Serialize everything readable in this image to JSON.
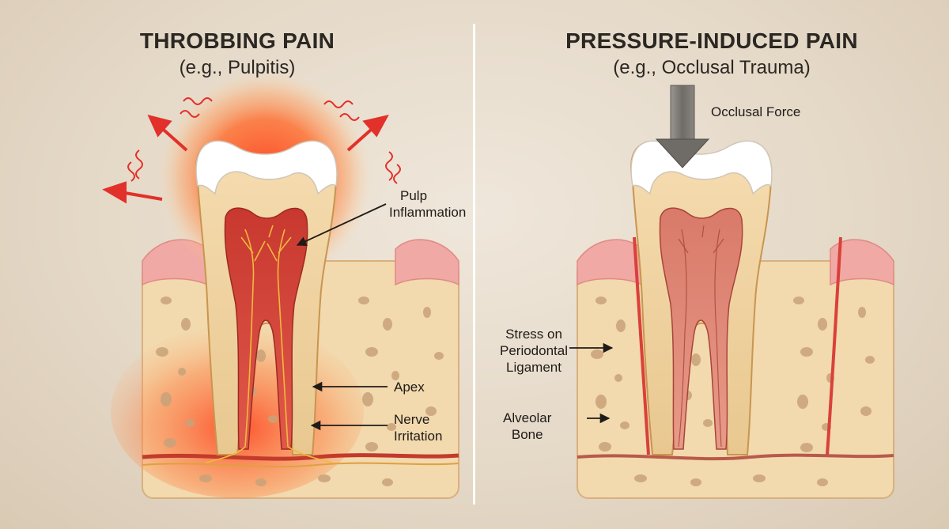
{
  "left_panel": {
    "title": "THROBBING PAIN",
    "subtitle": "(e.g., Pulpitis)",
    "labels": {
      "pulp_line1": "Pulp",
      "pulp_line2": "Inflammation",
      "apex": "Apex",
      "nerve_line1": "Nerve",
      "nerve_line2": "Irritation"
    }
  },
  "right_panel": {
    "title": "PRESSURE-INDUCED PAIN",
    "subtitle": "(e.g., Occlusal Trauma)",
    "labels": {
      "force": "Occlusal Force",
      "stress_line1": "Stress on",
      "stress_line2": "Periodontal",
      "stress_line3": "Ligament",
      "bone_line1": "Alveolar",
      "bone_line2": "Bone"
    }
  },
  "colors": {
    "background": "#e8ddcd",
    "enamel": "#ffffff",
    "dentin": "#f0d7a8",
    "pulp": "#d9564a",
    "gum": "#f0a9a4",
    "bone": "#f2d9ae",
    "inflammation": "#ff5a2a",
    "arrow_red": "#e2302a",
    "force_arrow": "#7a7772"
  }
}
